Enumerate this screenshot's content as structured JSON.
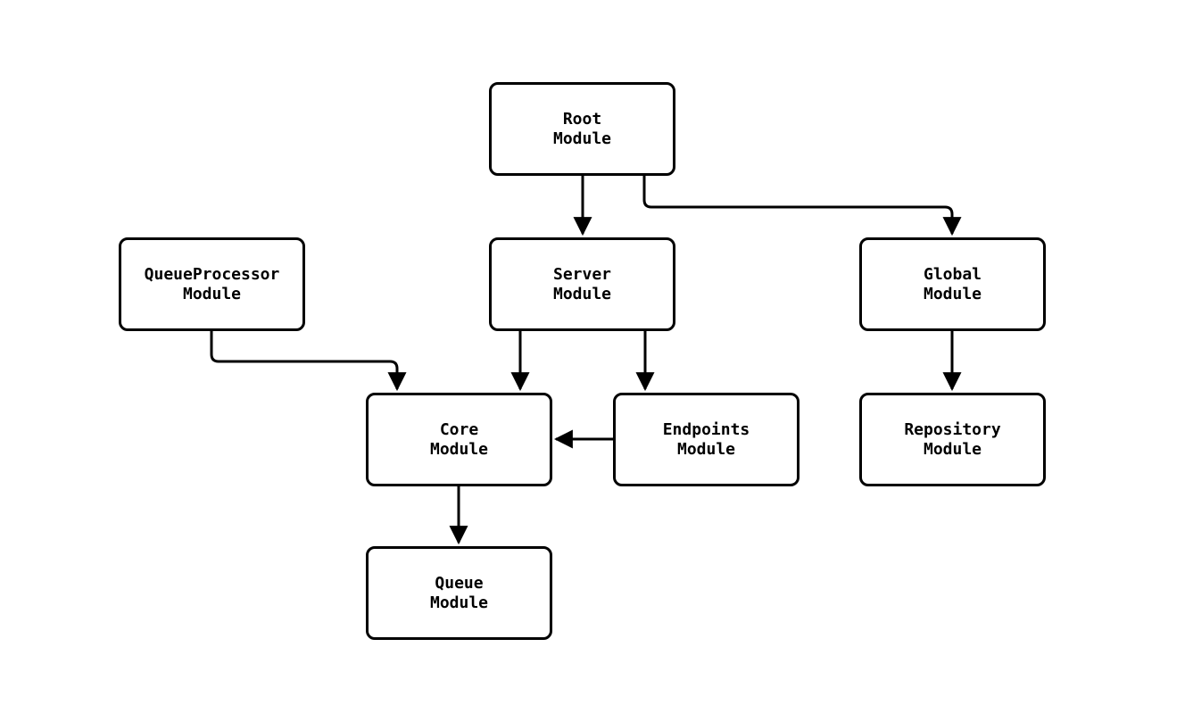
{
  "diagram": {
    "background_color": "#ffffff",
    "stroke_color": "#000000",
    "nodes": [
      {
        "id": "root",
        "line1": "Root",
        "line2": "Module"
      },
      {
        "id": "queueprocessor",
        "line1": "QueueProcessor",
        "line2": "Module"
      },
      {
        "id": "server",
        "line1": "Server",
        "line2": "Module"
      },
      {
        "id": "global",
        "line1": "Global",
        "line2": "Module"
      },
      {
        "id": "core",
        "line1": "Core",
        "line2": "Module"
      },
      {
        "id": "endpoints",
        "line1": "Endpoints",
        "line2": "Module"
      },
      {
        "id": "repository",
        "line1": "Repository",
        "line2": "Module"
      },
      {
        "id": "queue",
        "line1": "Queue",
        "line2": "Module"
      }
    ],
    "edges": [
      {
        "from": "root",
        "to": "server"
      },
      {
        "from": "root",
        "to": "global"
      },
      {
        "from": "queueprocessor",
        "to": "core"
      },
      {
        "from": "server",
        "to": "core"
      },
      {
        "from": "server",
        "to": "endpoints"
      },
      {
        "from": "endpoints",
        "to": "core"
      },
      {
        "from": "global",
        "to": "repository"
      },
      {
        "from": "core",
        "to": "queue"
      }
    ]
  }
}
